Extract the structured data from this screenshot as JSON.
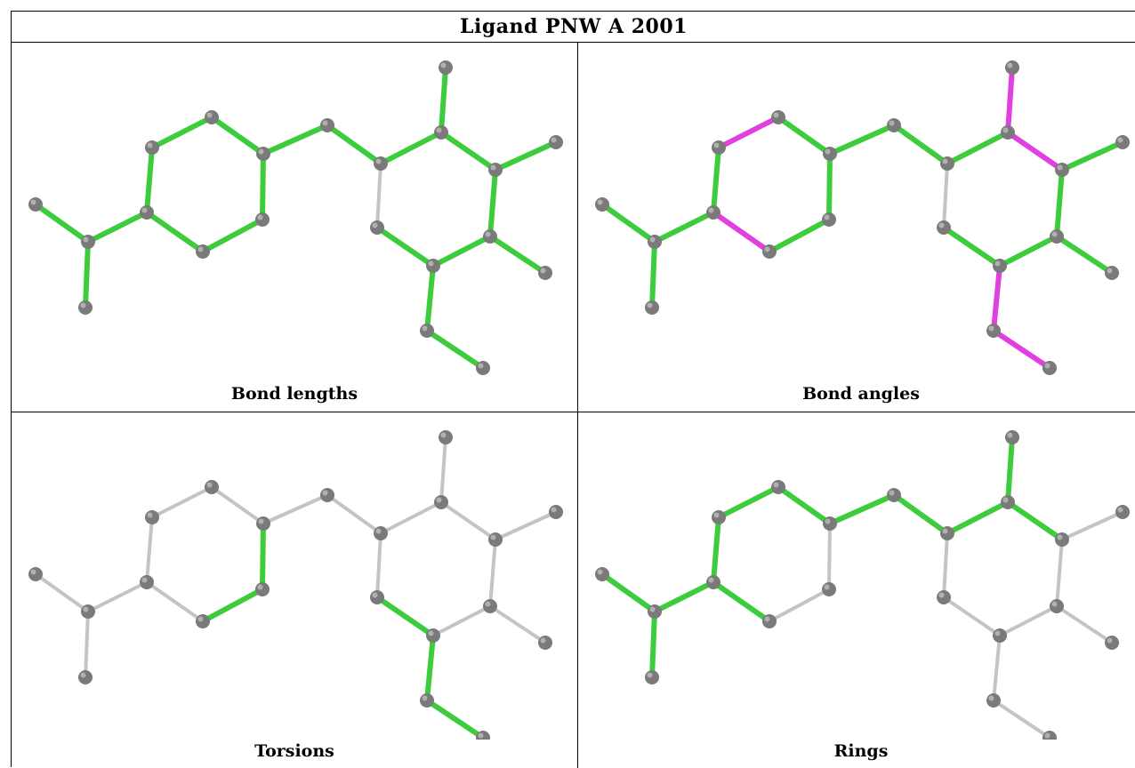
{
  "title": "Ligand PNW A 2001",
  "colors": {
    "green": "#3ccc3c",
    "magenta": "#e040e0",
    "gray": "#c4c4c4",
    "atom": "#7a7a7a"
  },
  "panels": [
    {
      "id": "bond-lengths",
      "label": "Bond lengths",
      "bonds": [
        "g",
        "g",
        "g",
        "g",
        "g",
        "g",
        "g",
        "g",
        "g",
        "g",
        "g",
        "g",
        "g",
        "g",
        "g",
        "g",
        "g",
        "g",
        "g",
        "x",
        "g"
      ]
    },
    {
      "id": "bond-angles",
      "label": "Bond angles",
      "bonds": [
        "g",
        "g",
        "g",
        "g",
        "m",
        "g",
        "g",
        "g",
        "m",
        "g",
        "g",
        "g",
        "m",
        "m",
        "g",
        "g",
        "g",
        "g",
        "g",
        "x",
        "m"
      ]
    },
    {
      "id": "torsions",
      "label": "Torsions",
      "bonds": [
        "x",
        "x",
        "x",
        "x",
        "x",
        "x",
        "g",
        "g",
        "x",
        "x",
        "x",
        "x",
        "x",
        "x",
        "x",
        "x",
        "x",
        "x",
        "g",
        "x",
        "g"
      ]
    },
    {
      "id": "rings",
      "label": "Rings",
      "bonds": [
        "g",
        "g",
        "g",
        "g",
        "g",
        "g",
        "x",
        "x",
        "g",
        "g",
        "g",
        "g",
        "g",
        "g",
        "x",
        "x",
        "x",
        "x",
        "x",
        "x",
        "x"
      ]
    }
  ]
}
